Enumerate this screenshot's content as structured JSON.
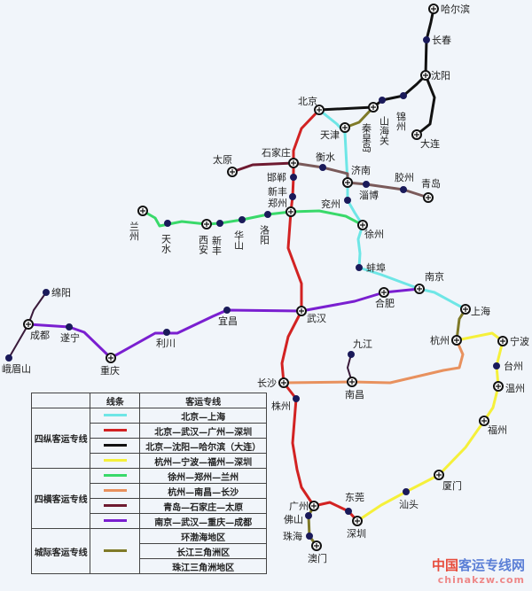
{
  "colors": {
    "cyan": "#6ee6e6",
    "red": "#d22222",
    "black": "#111111",
    "yellow": "#f5f03a",
    "green": "#39d96a",
    "orange": "#e8915e",
    "maroon": "#6e1a30",
    "brown": "#7a5a5a",
    "purple": "#7a1fd0",
    "olive": "#7f7a28",
    "darkpurple": "#3a1a3a"
  },
  "stations": {
    "harbin": "哈尔滨",
    "changchun": "长春",
    "shenyang": "沈阳",
    "jinzhou": "锦州",
    "shanhaiguan": "山海关",
    "qinhuangdao": "秦皇岛",
    "beijing": "北京",
    "tianjin": "天津",
    "dalian": "大连",
    "shijiazhuang": "石家庄",
    "taiyuan": "太原",
    "handan": "邯郸",
    "xinfeng_n": "新丰",
    "zhengzhou": "郑州",
    "hengshui": "衡水",
    "jinan": "济南",
    "zibo": "淄博",
    "jiaozhou": "胶州",
    "qingdao": "青岛",
    "yanzhou": "兖州",
    "xuzhou": "徐州",
    "lanzhou": "兰州",
    "tianshui": "天水",
    "xian": "西安",
    "xinfeng_w": "新丰",
    "huashan": "华山",
    "luoyang": "洛阳",
    "bengbu": "蚌埠",
    "nanjing": "南京",
    "shanghai": "上海",
    "hefei": "合肥",
    "wuhan": "武汉",
    "yichang": "宜昌",
    "lichuan": "利川",
    "chongqing": "重庆",
    "suining": "遂宁",
    "chengdu": "成都",
    "mianyang": "绵阳",
    "emeishan": "峨眉山",
    "hangzhou": "杭州",
    "ningbo": "宁波",
    "taizhou": "台州",
    "wenzhou": "温州",
    "fuzhou": "福州",
    "xiamen": "厦门",
    "shantou": "汕头",
    "shenzhen": "深圳",
    "dongguan": "东莞",
    "guangzhou": "广州",
    "foshan": "佛山",
    "zhuhai": "珠海",
    "aomen": "澳门",
    "changsha": "长沙",
    "zhuzhou": "株州",
    "nanchang": "南昌",
    "jiujiang": "九江"
  },
  "legend": {
    "header": {
      "line": "线条",
      "name": "客运专线"
    },
    "groups": [
      {
        "title": "四纵客运专线",
        "rows": [
          {
            "color": "cyan",
            "name": "北京—上海"
          },
          {
            "color": "red",
            "name": "北京—武汉—广州—深圳"
          },
          {
            "color": "black",
            "name": "北京—沈阳—哈尔滨（大连）"
          },
          {
            "color": "yellow",
            "name": "杭州—宁波—福州—深圳"
          }
        ]
      },
      {
        "title": "四横客运专线",
        "rows": [
          {
            "color": "green",
            "name": "徐州—郑州—兰州"
          },
          {
            "color": "orange",
            "name": "杭州—南昌—长沙"
          },
          {
            "color": "maroon",
            "name": "青岛—石家庄—太原"
          },
          {
            "color": "purple",
            "name": "南京—武汉—重庆—成都"
          }
        ]
      },
      {
        "title": "城际客运专线",
        "color": "olive",
        "rows": [
          {
            "name": "环渤海地区"
          },
          {
            "name": "长江三角洲区"
          },
          {
            "name": "珠江三角洲地区"
          }
        ]
      }
    ]
  },
  "watermark": {
    "a": "中国",
    "b": "客运专线网",
    "url": "chinakzw.com"
  }
}
